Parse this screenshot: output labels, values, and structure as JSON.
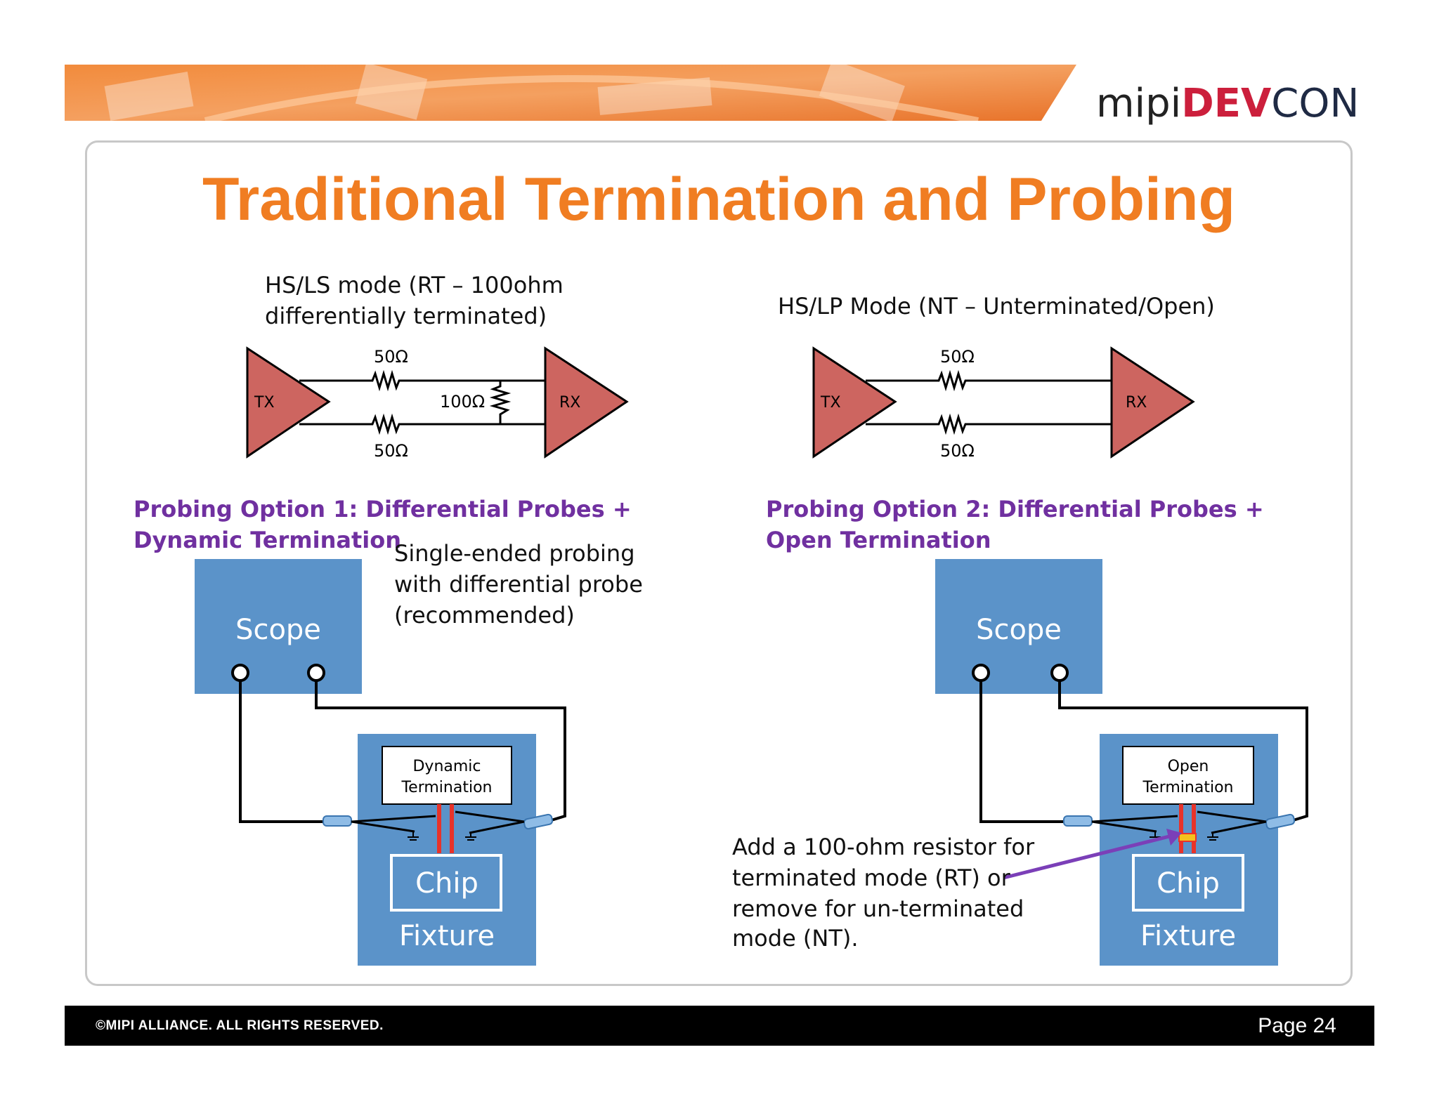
{
  "logo": {
    "mipi": "mipi",
    "dev": "DEV",
    "con": "CON"
  },
  "title": "Traditional Termination and Probing",
  "left": {
    "mode_line1": "HS/LS mode (RT – 100ohm",
    "mode_line2": "differentially terminated)",
    "tx": "TX",
    "rx": "RX",
    "r_top": "50Ω",
    "r_bottom": "50Ω",
    "r_term": "100Ω",
    "option_line1": "Probing Option 1: Differential Probes +",
    "option_line2": "Dynamic Termination",
    "note_line1": "Single-ended probing",
    "note_line2": "with differential probe",
    "note_line3": "(recommended)",
    "scope": "Scope",
    "termination_line1": "Dynamic",
    "termination_line2": "Termination",
    "chip": "Chip",
    "fixture": "Fixture"
  },
  "right": {
    "mode_line1": "HS/LP Mode (NT – Unterminated/Open)",
    "tx": "TX",
    "rx": "RX",
    "r_top": "50Ω",
    "r_bottom": "50Ω",
    "option_line1": "Probing Option 2: Differential Probes +",
    "option_line2": "Open Termination",
    "scope": "Scope",
    "termination_line1": "Open",
    "termination_line2": "Termination",
    "chip": "Chip",
    "fixture": "Fixture",
    "resistor_note_line1": "Add a 100-ohm resistor for",
    "resistor_note_line2": "terminated mode (RT) or",
    "resistor_note_line3": "remove for un-terminated",
    "resistor_note_line4": "mode (NT)."
  },
  "footer": {
    "copyright": "©MIPI ALLIANCE. ALL RIGHTS RESERVED.",
    "page": "Page 24"
  },
  "colors": {
    "accent": "#f07d22",
    "option": "#7030a0",
    "block": "#5b93c9",
    "amp": "#cd6560"
  }
}
